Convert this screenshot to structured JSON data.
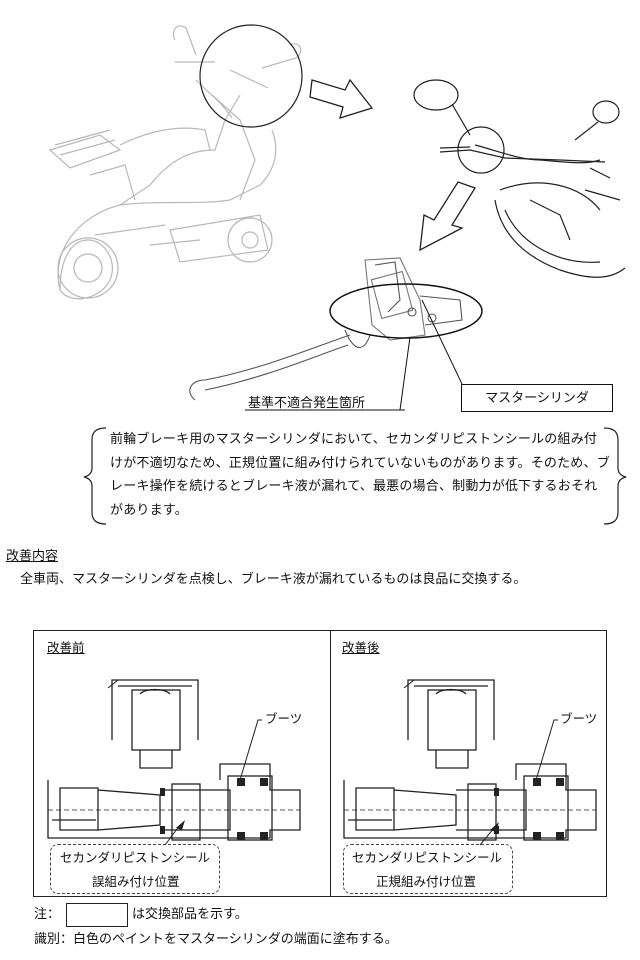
{
  "callouts": {
    "problem_location": "基準不適合発生箇所",
    "master_cylinder": "マスターシリンダ"
  },
  "description": "前輪ブレーキ用のマスターシリンダにおいて、セカンダリピストンシールの組み付けが不適切なため、正規位置に組み付けられていないものがあります。そのため、ブレーキ操作を続けるとブレーキ液が漏れて、最悪の場合、制動力が低下するおそれがあります。",
  "improvement": {
    "heading": "改善内容",
    "text": "全車両、マスターシリンダを点検し、ブレーキ液が漏れているものは良品に交換する。"
  },
  "comparison": {
    "before": {
      "label": "改善前",
      "boot_label": "ブーツ",
      "seal_label": "セカンダリピストンシール",
      "position_label": "誤組み付け位置"
    },
    "after": {
      "label": "改善後",
      "boot_label": "ブーツ",
      "seal_label": "セカンダリピストンシール",
      "position_label": "正規組み付け位置"
    }
  },
  "notes": {
    "note_prefix": "注：",
    "note_text": "は交換部品を示す。",
    "id_text": "識別：白色のペイントをマスターシリンダの端面に塗布する。"
  }
}
